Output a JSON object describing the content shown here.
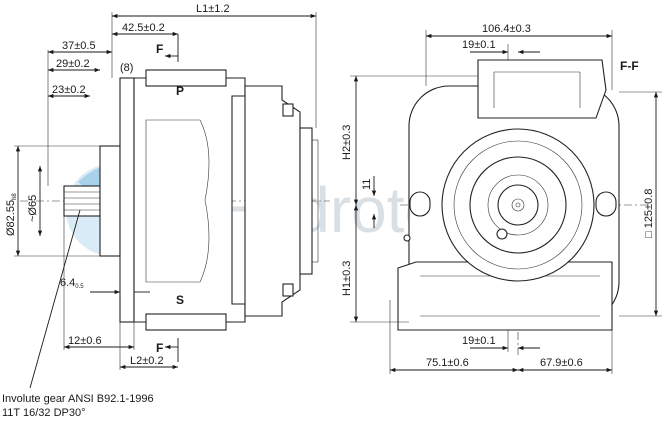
{
  "watermark": {
    "text": "Hydrotech",
    "color": "#8fa6b8"
  },
  "section_labels": {
    "F_top": "F",
    "F_bottom": "F",
    "P": "P",
    "S": "S",
    "section_title": "F-F"
  },
  "side_view": {
    "dims": {
      "L1": "L1±1.2",
      "d42_5": "42.5±0.2",
      "d37": "37±0.5",
      "d29": "29±0.2",
      "d8": "(8)",
      "d23": "23±0.2",
      "d82_55": "Ø82.55",
      "d82_55_tol": "h8",
      "d65": "~Ø65",
      "d6_4": "6.4",
      "d6_4_tol": "0.5",
      "d12": "12±0.6",
      "L2": "L2±0.2"
    },
    "note_line1": "Involute gear ANSI B92.1-1996",
    "note_line2": "11T 16/32 DP30°"
  },
  "front_view": {
    "dims": {
      "d106_4": "106.4±0.3",
      "d19_top": "19±0.1",
      "H2": "H2±0.3",
      "d11": "11",
      "H1": "H1±0.3",
      "sq125": "□ 125±0.8",
      "d19_bot": "19±0.1",
      "d75_1": "75.1±0.6",
      "d67_9": "67.9±0.6"
    }
  }
}
